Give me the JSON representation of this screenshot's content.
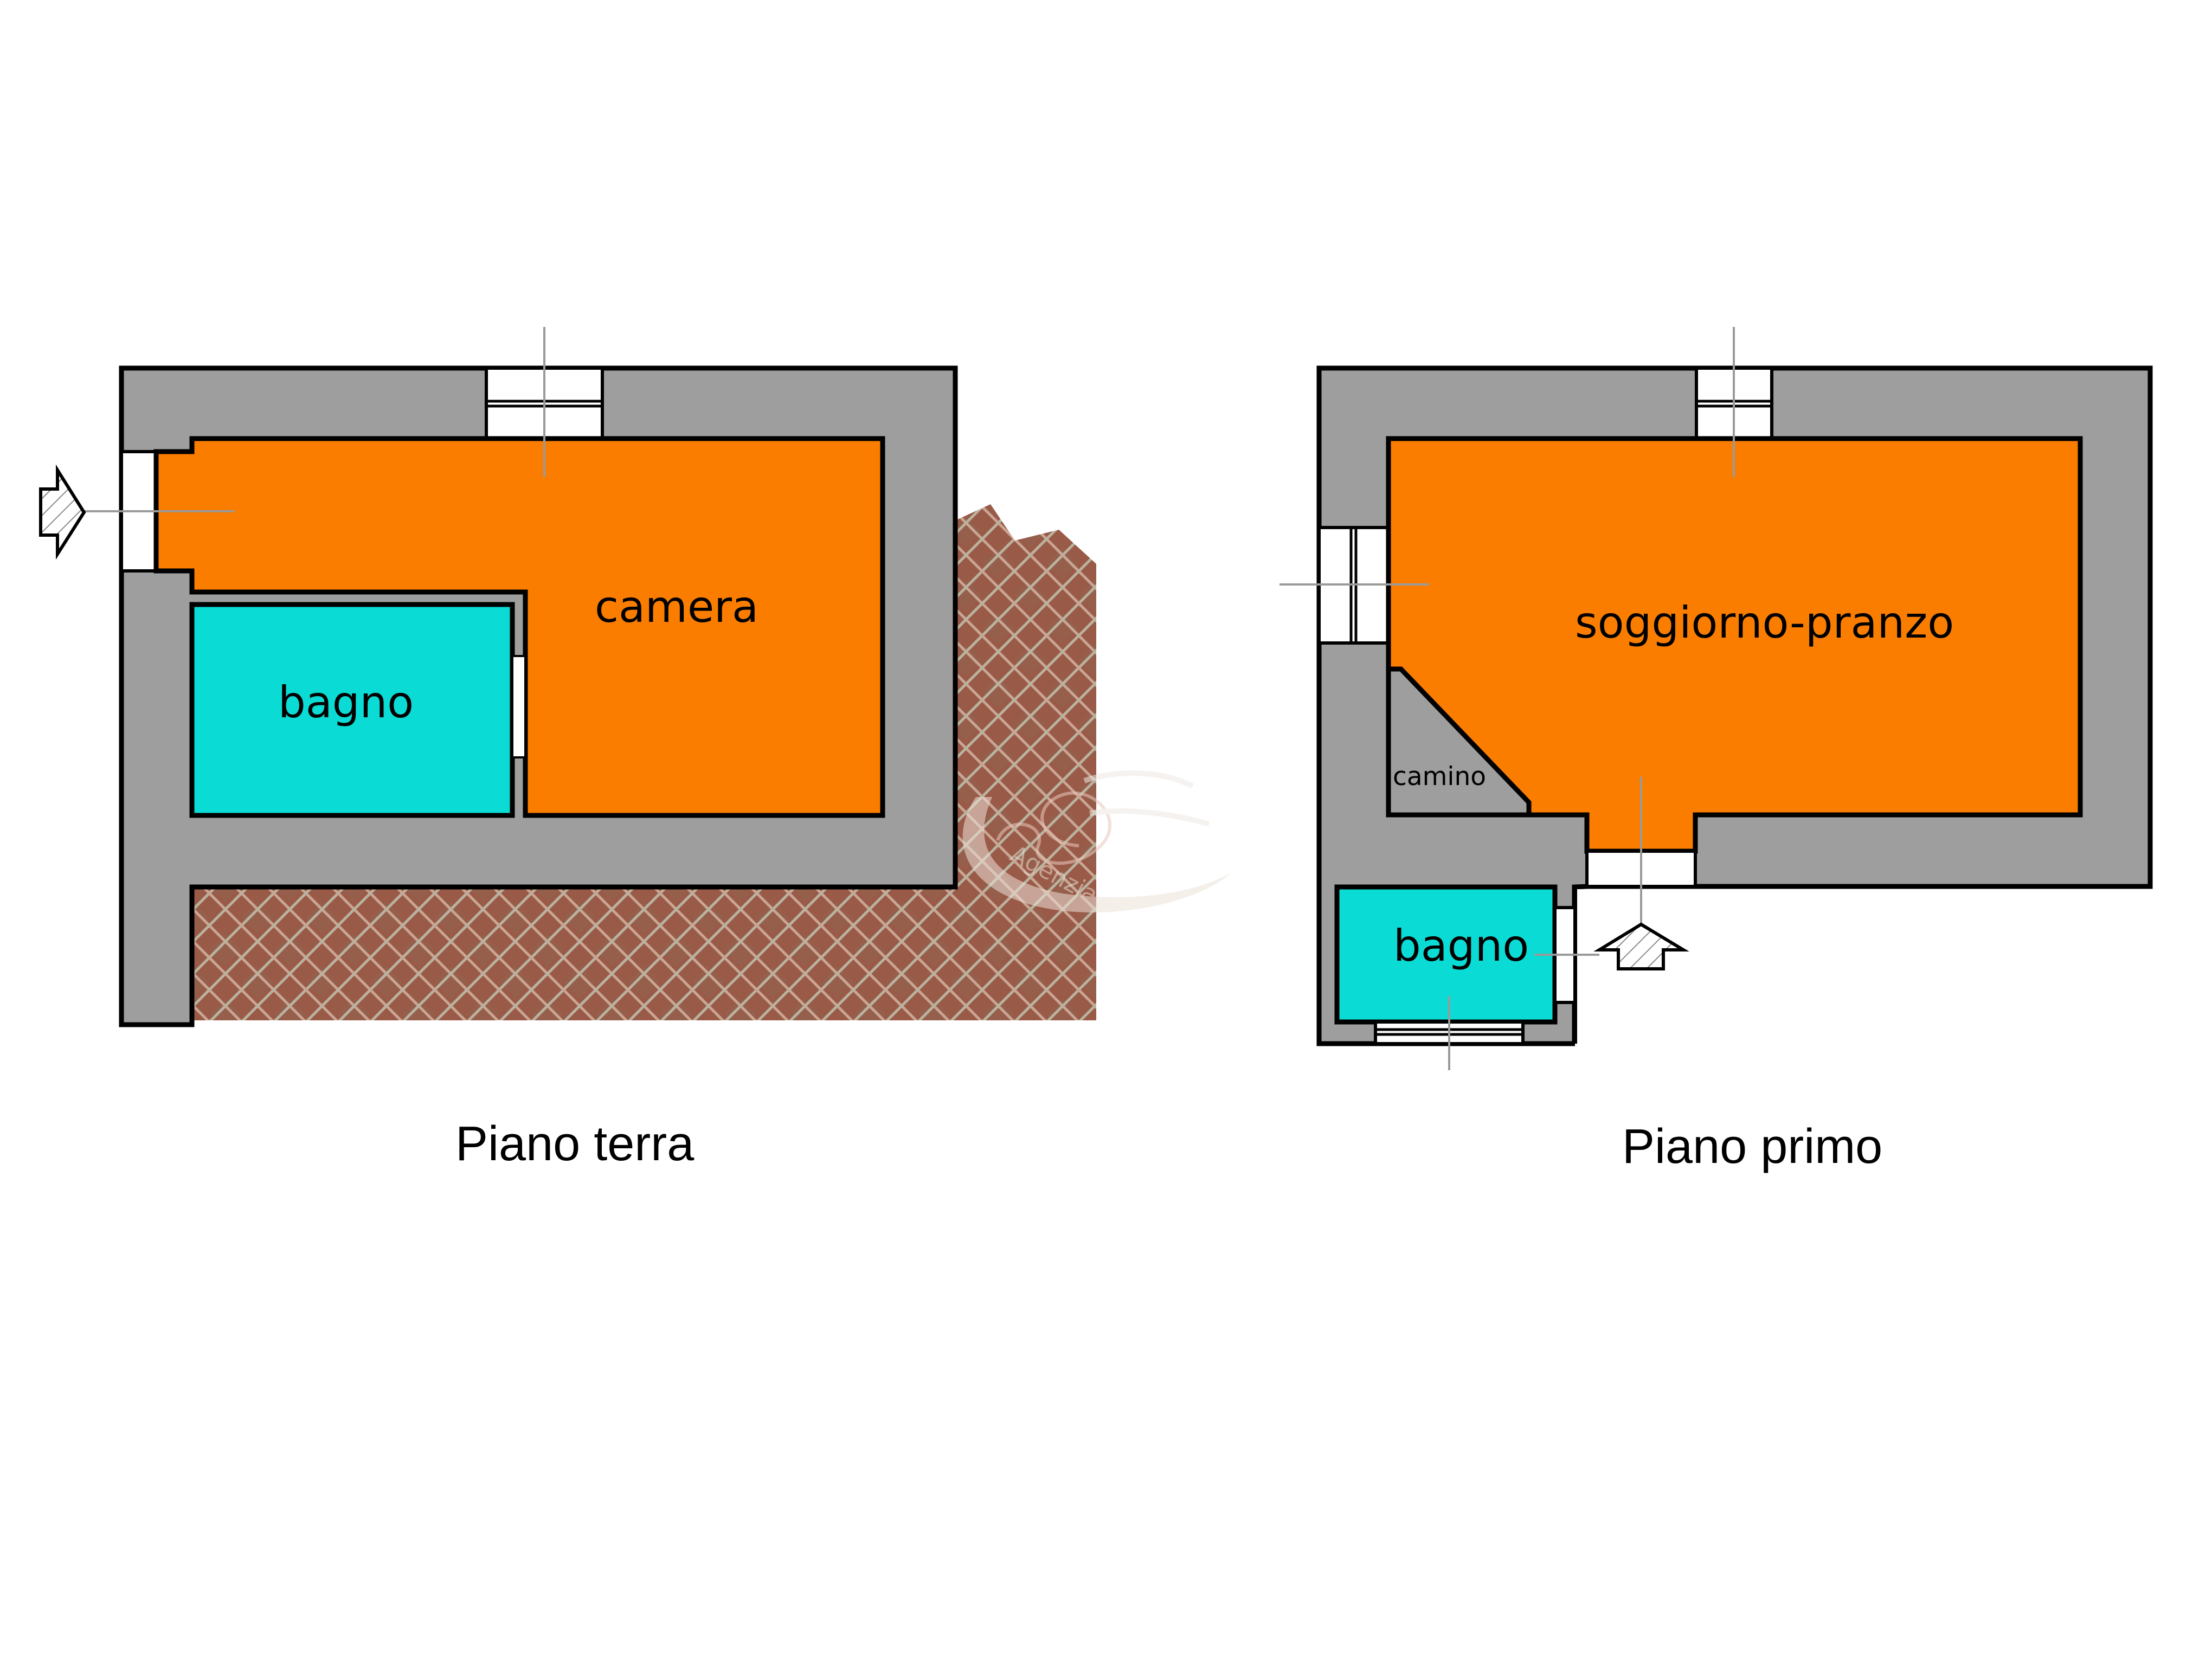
{
  "document": {
    "type": "floor-plan",
    "colors": {
      "wall": "#9e9e9e",
      "living_room": "#fa7d00",
      "bathroom": "#0bdbd5",
      "terrain": "#9a5a48",
      "outline": "#000000"
    }
  },
  "plans": [
    {
      "floor_label": "Piano terra",
      "rooms": [
        {
          "label": "camera",
          "color": "#fa7d00"
        },
        {
          "label": "bagno",
          "color": "#0bdbd5"
        }
      ],
      "entrance_icon": "entrance-arrow-right-icon"
    },
    {
      "floor_label": "Piano primo",
      "rooms": [
        {
          "label": "soggiorno-pranzo",
          "color": "#fa7d00"
        },
        {
          "label": "camino",
          "color": "#9e9e9e"
        },
        {
          "label": "bagno",
          "color": "#0bdbd5"
        }
      ],
      "entrance_icon": "entrance-arrow-up-icon"
    }
  ],
  "watermark": {
    "text": "Agenzia"
  }
}
